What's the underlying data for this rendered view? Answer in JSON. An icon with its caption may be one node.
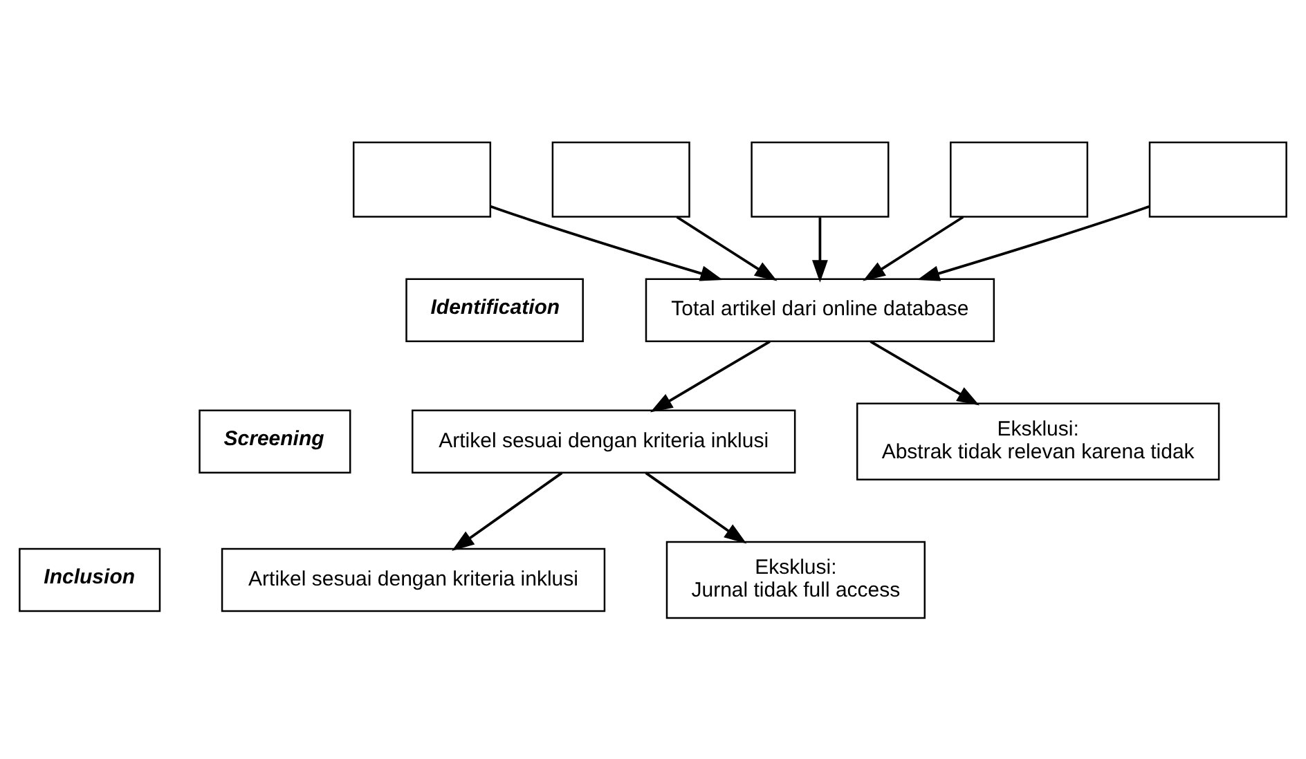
{
  "diagram": {
    "nodes": [
      {
        "text": [],
        "shape": "box"
      },
      {
        "text": [],
        "shape": "box"
      },
      {
        "text": [],
        "shape": "box"
      },
      {
        "text": [],
        "shape": "box"
      },
      {
        "text": [],
        "shape": "box"
      },
      {
        "text": [
          "Identification"
        ]
      },
      {
        "text": [
          "Total artikel dari online database"
        ]
      },
      {
        "text": [
          "Eksklusi:",
          "Abstrak tidak relevan karena tidak"
        ]
      },
      {
        "text": [
          "Screening"
        ]
      },
      {
        "text": [
          "Artikel sesuai dengan kriteria inklusi"
        ]
      },
      {
        "text": [
          "Eksklusi:",
          "Jurnal tidak full access"
        ]
      },
      {
        "text": [
          "Inclusion"
        ]
      },
      {
        "text": [
          "Artikel sesuai dengan kriteria inklusi"
        ]
      }
    ],
    "edges": [
      {
        "from": 0,
        "to": 6,
        "arrow": "to"
      },
      {
        "from": 1,
        "to": 6,
        "arrow": "to"
      },
      {
        "from": 2,
        "to": 6,
        "arrow": "to"
      },
      {
        "from": 3,
        "to": 6,
        "arrow": "to"
      },
      {
        "from": 4,
        "to": 6,
        "arrow": "to"
      },
      {
        "from": 6,
        "to": 9,
        "arrow": "to"
      },
      {
        "from": 6,
        "to": 7,
        "arrow": "to"
      },
      {
        "from": 9,
        "to": 12,
        "arrow": "to"
      },
      {
        "from": 9,
        "to": 10,
        "arrow": "to"
      }
    ]
  }
}
